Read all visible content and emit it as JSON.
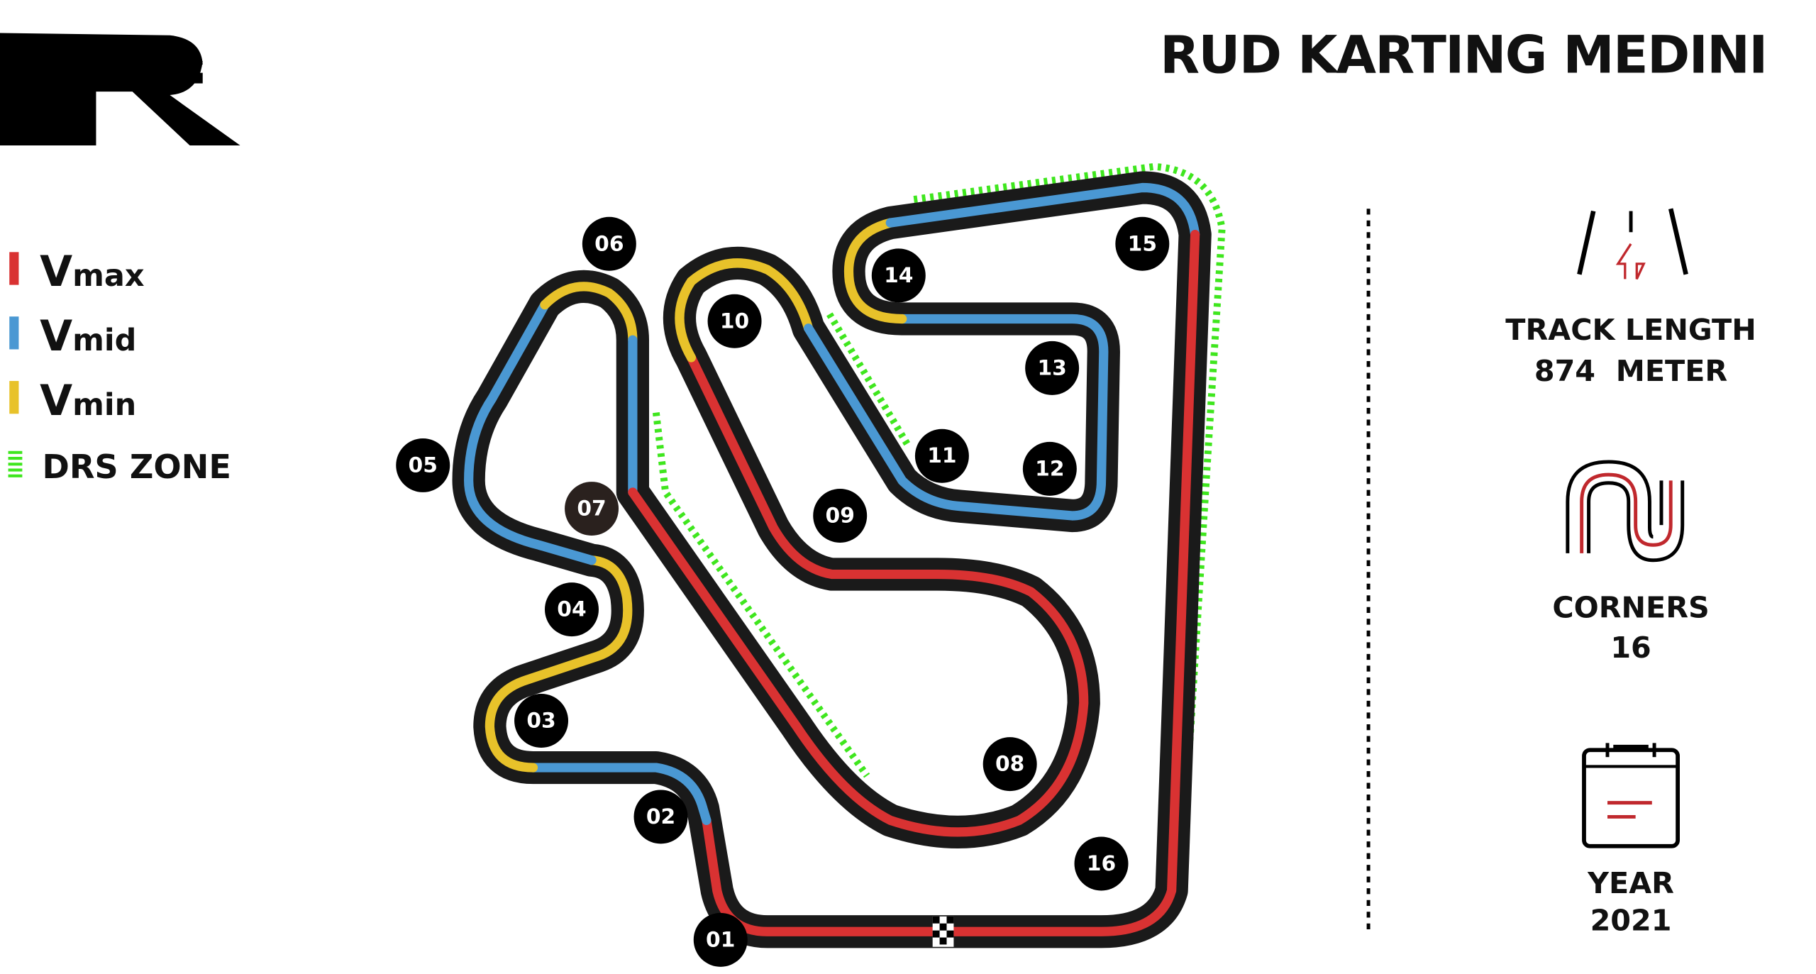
{
  "title": "RUD KARTING MEDINI",
  "logo": {
    "letter": "R"
  },
  "legend": [
    {
      "label_main": "V",
      "label_sub": "max",
      "color": "#d93232"
    },
    {
      "label_main": "V",
      "label_sub": "mid",
      "color": "#4a98d3"
    },
    {
      "label_main": "V",
      "label_sub": "min",
      "color": "#e8c22a"
    },
    {
      "label_main": "DRS ZONE",
      "label_sub": "",
      "color": "#3fe61e"
    }
  ],
  "corners": [
    "01",
    "02",
    "03",
    "04",
    "05",
    "06",
    "07",
    "08",
    "09",
    "10",
    "11",
    "12",
    "13",
    "14",
    "15",
    "16"
  ],
  "stats": {
    "track_length_label": "TRACK LENGTH",
    "track_length_value": "874  METER",
    "corners_label": "CORNERS",
    "corners_value": "16",
    "year_label": "YEAR",
    "year_value": "2021"
  },
  "colors": {
    "vmax": "#d93232",
    "vmid": "#4a98d3",
    "vmin": "#e8c22a",
    "drs": "#3fe61e",
    "accent": "#c0282d"
  }
}
